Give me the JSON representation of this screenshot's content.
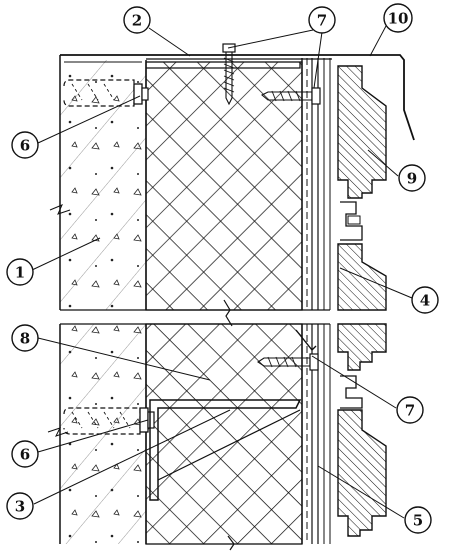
{
  "labels": {
    "l1": "1",
    "l2": "2",
    "l3": "3",
    "l4": "4",
    "l5": "5",
    "l6a": "6",
    "l6b": "6",
    "l7a": "7",
    "l7b": "7",
    "l8": "8",
    "l9": "9",
    "l10": "10"
  }
}
